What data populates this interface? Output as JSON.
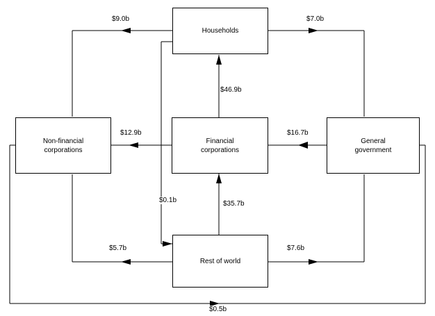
{
  "diagram": {
    "title": "",
    "type": "flow-of-funds-diagram",
    "nodes": [
      {
        "id": "households",
        "label": "Households"
      },
      {
        "id": "non-financial-corporations",
        "label": "Non-financial\ncorporations"
      },
      {
        "id": "financial-corporations",
        "label": "Financial\ncorporations"
      },
      {
        "id": "general-government",
        "label": "General\ngovernment"
      },
      {
        "id": "rest-of-world",
        "label": "Rest of world"
      }
    ],
    "flows": [
      {
        "id": "households-to-non-financial",
        "label": "$9.0b",
        "from": "households",
        "to": "non-financial-corporations",
        "value": 9.0
      },
      {
        "id": "households-to-general-government",
        "label": "$7.0b",
        "from": "households",
        "to": "general-government",
        "value": 7.0
      },
      {
        "id": "financial-to-households",
        "label": "$46.9b",
        "from": "financial-corporations",
        "to": "households",
        "value": 46.9
      },
      {
        "id": "financial-to-non-financial",
        "label": "$12.9b",
        "from": "financial-corporations",
        "to": "non-financial-corporations",
        "value": 12.9
      },
      {
        "id": "general-government-to-financial",
        "label": "$16.7b",
        "from": "general-government",
        "to": "financial-corporations",
        "value": 16.7
      },
      {
        "id": "households-to-rest-of-world",
        "label": "$0.1b",
        "from": "households",
        "to": "rest-of-world",
        "value": 0.1
      },
      {
        "id": "rest-of-world-to-financial",
        "label": "$35.7b",
        "from": "rest-of-world",
        "to": "financial-corporations",
        "value": 35.7
      },
      {
        "id": "rest-of-world-to-non-financial",
        "label": "$5.7b",
        "from": "rest-of-world",
        "to": "non-financial-corporations",
        "value": 5.7
      },
      {
        "id": "rest-of-world-to-general-government",
        "label": "$7.6b",
        "from": "rest-of-world",
        "to": "general-government",
        "value": 7.6
      },
      {
        "id": "general-government-to-non-financial",
        "label": "$0.5b",
        "from": "general-government",
        "to": "non-financial-corporations",
        "value": 0.5
      }
    ]
  },
  "colors": {
    "line": "#000000",
    "node_fill": "#ffffff",
    "text": "#000000",
    "background": "#ffffff"
  }
}
